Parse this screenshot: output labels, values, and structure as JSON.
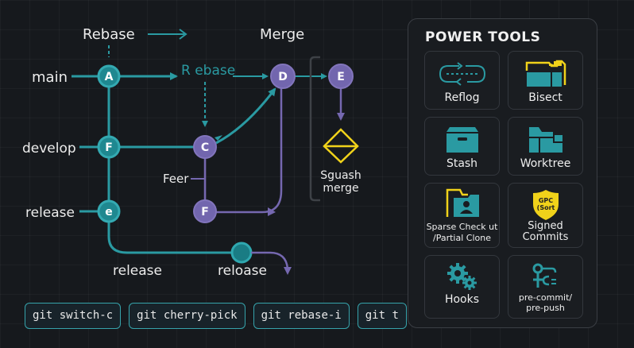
{
  "colors": {
    "teal": "#2a9aa2",
    "purple": "#7568b0",
    "yellow": "#f0d21a",
    "background": "#16191d"
  },
  "diagram": {
    "top_labels": {
      "rebase": "Rebase",
      "merge": "Merge",
      "rebase_inline": "R ebase"
    },
    "branch_labels": {
      "main": "main",
      "develop": "develop",
      "release": "release",
      "feature": "Feer",
      "release_bottom": "release",
      "release_bottom_2": "reloase"
    },
    "nodes": {
      "a": "A",
      "f_develop": "F",
      "e_release": "e",
      "c": "C",
      "f_feature": "F",
      "d": "D",
      "e_merge": "E"
    },
    "squash": {
      "line1": "Sguash",
      "line2": "merge"
    }
  },
  "commands": [
    {
      "label": "git switch-c"
    },
    {
      "label": "git cherry-pick"
    },
    {
      "label": "git rebase-i"
    },
    {
      "label": "git t"
    }
  ],
  "power_tools": {
    "title": "POWER TOOLS",
    "items": [
      {
        "label": "Reflog",
        "icon": "reflog-loop-icon"
      },
      {
        "label": "Bisect",
        "icon": "bisect-folder-icon"
      },
      {
        "label": "Stash",
        "icon": "stash-box-icon"
      },
      {
        "label": "Worktree",
        "icon": "worktree-folder-icon"
      },
      {
        "label": "Sparse Check ut",
        "label2": "/Partial Clone",
        "icon": "sparse-checkout-folder-icon"
      },
      {
        "label": "Signed",
        "label2": "Commits",
        "icon": "shield-icon",
        "badge1": "GPC",
        "badge2": "(Sort"
      },
      {
        "label": "Hooks",
        "icon": "gears-icon"
      },
      {
        "label": "pre-commit/",
        "label2": "pre-push",
        "icon": "hook-key-icon"
      }
    ]
  }
}
